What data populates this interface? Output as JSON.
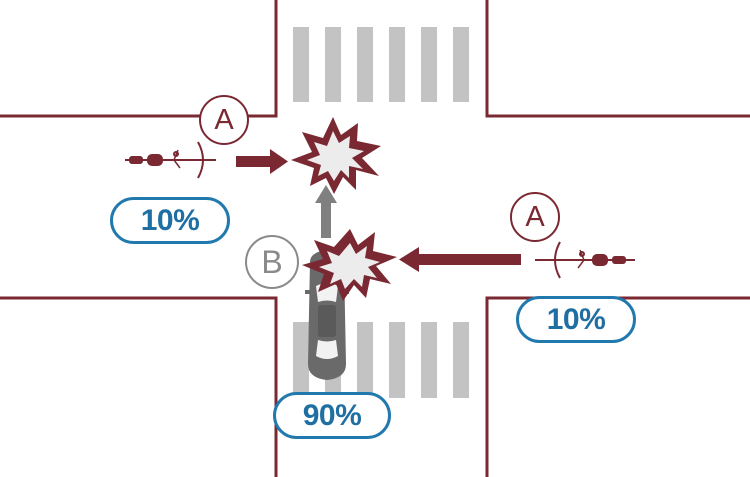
{
  "labels": {
    "party_a": "A",
    "party_b": "B"
  },
  "percentages": {
    "bicycle_left": "10%",
    "bicycle_right": "10%",
    "car": "90%"
  },
  "colors": {
    "road_edge": "#7a2832",
    "arrow_bicycle": "#7a2832",
    "arrow_car": "#808080",
    "crosswalk": "#c3c3c3",
    "percent_border": "#2179ad",
    "percent_text": "#1f6fa3",
    "collision_fill": "#7a2832",
    "collision_inner": "#ececec"
  },
  "icons": {
    "bicycle": "bicycle-icon",
    "car": "car-icon",
    "collision": "collision-burst-icon"
  }
}
